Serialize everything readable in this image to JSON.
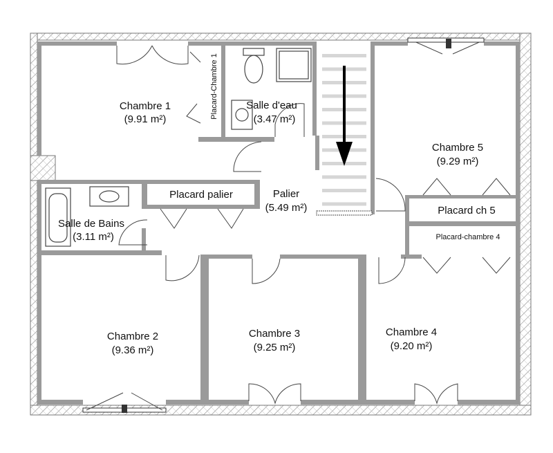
{
  "rooms": {
    "chambre1": {
      "name": "Chambre 1",
      "area": "(9.91 m²)"
    },
    "placard_chambre1": {
      "name": "Placard-Chambre 1"
    },
    "salle_deau": {
      "name": "Salle d'eau",
      "area": "(3.47 m²)"
    },
    "chambre5": {
      "name": "Chambre 5",
      "area": "(9.29 m²)"
    },
    "placard_palier": {
      "name": "Placard palier"
    },
    "palier": {
      "name": "Palier",
      "area": "(5.49 m²)"
    },
    "placard_ch5": {
      "name": "Placard ch 5"
    },
    "placard_chambre4": {
      "name": "Placard-chambre  4"
    },
    "salle_de_bains": {
      "name": "Salle de Bains",
      "area": "(3.11 m²)"
    },
    "chambre2": {
      "name": "Chambre 2",
      "area": "(9.36 m²)"
    },
    "chambre3": {
      "name": "Chambre 3",
      "area": "(9.25 m²)"
    },
    "chambre4": {
      "name": "Chambre 4",
      "area": "(9.20 m²)"
    }
  },
  "colors": {
    "wall": "#9a9a9a",
    "hatch": "#888888",
    "background": "#ffffff"
  }
}
